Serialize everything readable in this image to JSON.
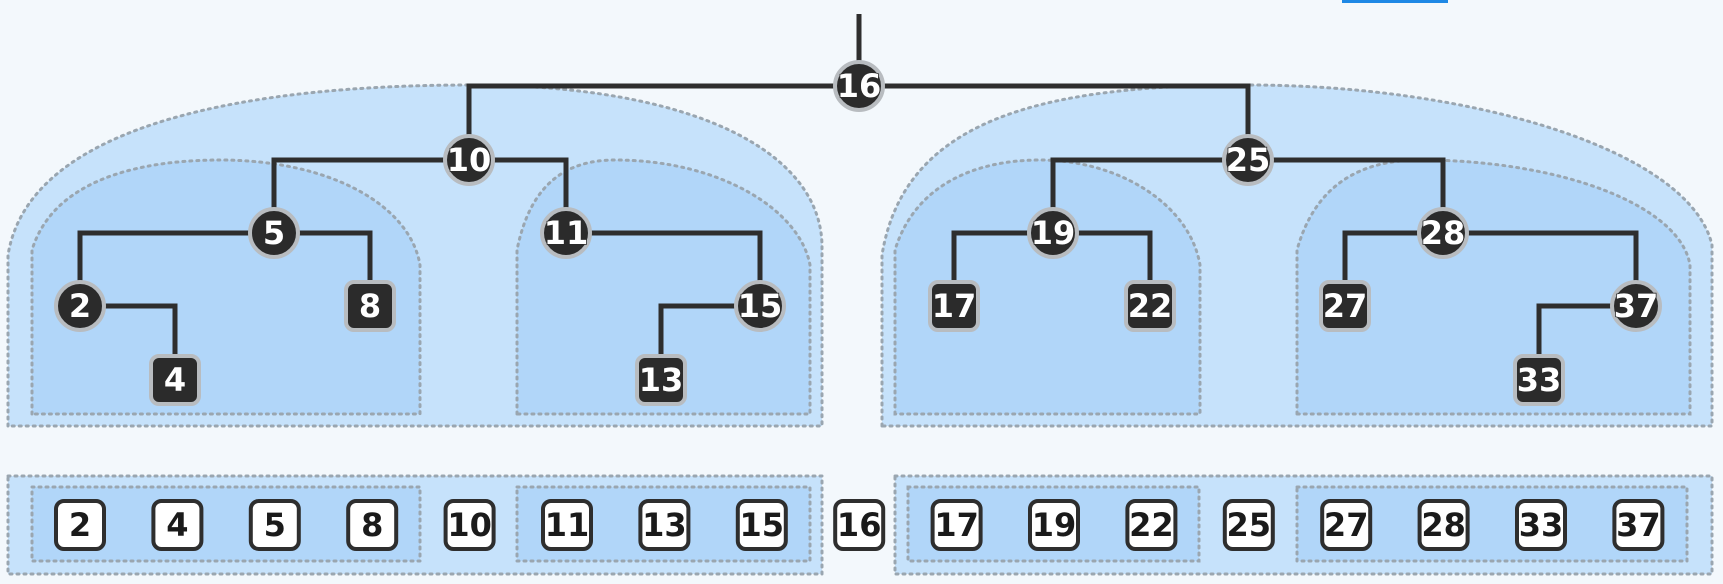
{
  "colors": {
    "background": "#f3f8fc",
    "outer_region": "#c6e2fb",
    "inner_region": "#b1d6f9",
    "region_border": "#9aa6b0",
    "edge": "#2e2e2e",
    "node_fill": "#2b2b2b",
    "node_ring": "#b8bcc0",
    "array_cell_fill": "#ffffff",
    "array_cell_border": "#2e2e2e",
    "accent_bar": "#1e88e5"
  },
  "tree": {
    "nodes": [
      {
        "id": "16",
        "label": "16",
        "shape": "circle"
      },
      {
        "id": "10",
        "label": "10",
        "shape": "circle"
      },
      {
        "id": "25",
        "label": "25",
        "shape": "circle"
      },
      {
        "id": "5",
        "label": "5",
        "shape": "circle"
      },
      {
        "id": "11",
        "label": "11",
        "shape": "circle"
      },
      {
        "id": "19",
        "label": "19",
        "shape": "circle"
      },
      {
        "id": "28",
        "label": "28",
        "shape": "circle"
      },
      {
        "id": "2",
        "label": "2",
        "shape": "circle"
      },
      {
        "id": "8",
        "label": "8",
        "shape": "square"
      },
      {
        "id": "15",
        "label": "15",
        "shape": "circle"
      },
      {
        "id": "17",
        "label": "17",
        "shape": "square"
      },
      {
        "id": "22",
        "label": "22",
        "shape": "square"
      },
      {
        "id": "27",
        "label": "27",
        "shape": "square"
      },
      {
        "id": "37",
        "label": "37",
        "shape": "circle"
      },
      {
        "id": "4",
        "label": "4",
        "shape": "square"
      },
      {
        "id": "13",
        "label": "13",
        "shape": "square"
      },
      {
        "id": "33",
        "label": "33",
        "shape": "square"
      }
    ],
    "edges": [
      [
        "16",
        "10"
      ],
      [
        "16",
        "25"
      ],
      [
        "10",
        "5"
      ],
      [
        "10",
        "11"
      ],
      [
        "25",
        "19"
      ],
      [
        "25",
        "28"
      ],
      [
        "5",
        "2"
      ],
      [
        "5",
        "8"
      ],
      [
        "11",
        "15"
      ],
      [
        "19",
        "17"
      ],
      [
        "19",
        "22"
      ],
      [
        "28",
        "27"
      ],
      [
        "28",
        "37"
      ],
      [
        "2",
        "4"
      ],
      [
        "15",
        "13"
      ],
      [
        "37",
        "33"
      ]
    ]
  },
  "sorted_array": [
    "2",
    "4",
    "5",
    "8",
    "10",
    "11",
    "13",
    "15",
    "16",
    "17",
    "19",
    "22",
    "25",
    "27",
    "28",
    "33",
    "37"
  ]
}
